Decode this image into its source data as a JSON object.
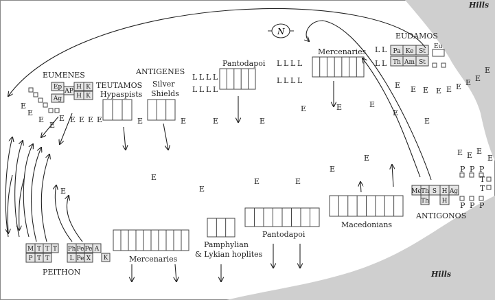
{
  "terrain": {
    "hills_top": "Hills",
    "hills_bottom": "Hills"
  },
  "compass": "N",
  "markers": {
    "elephant": "E",
    "light": "L",
    "peltast": "P",
    "tarantine": "T"
  },
  "eumenes_side": {
    "commander": "EUMENES",
    "guard_units": [
      "Ep",
      "AP",
      "H",
      "K",
      "Ag",
      "H",
      "K"
    ],
    "teutamos": "TEUTAMOS",
    "hypaspists": "Hypaspists",
    "antigenes": "ANTIGENES",
    "silver": "Silver",
    "shields": "Shields",
    "pantodapoi": "Pantodapoi",
    "mercenaries": "Mercenaries",
    "eudamos": "EUDAMOS",
    "eudamos_units": [
      "Pa",
      "Ke",
      "St",
      "Th",
      "Am",
      "St"
    ],
    "eudamos_guard": "Eu"
  },
  "antigonos_side": {
    "peithon": "PEITHON",
    "peithon_units": [
      "M",
      "T",
      "T",
      "T",
      "P",
      "T",
      "T",
      "Ph",
      "Pe",
      "Pe",
      "A",
      "L",
      "Pe",
      "X",
      "K"
    ],
    "mercenaries": "Mercenaries",
    "pamphylian": "Pamphylian",
    "lykian": "& Lykian hoplites",
    "pantodapoi": "Pantodapoi",
    "macedonians": "Macedonians",
    "antigonos": "ANTIGONOS",
    "antigonos_units": [
      "Me",
      "Th",
      "S",
      "H",
      "Ag",
      "Th",
      "H"
    ]
  }
}
